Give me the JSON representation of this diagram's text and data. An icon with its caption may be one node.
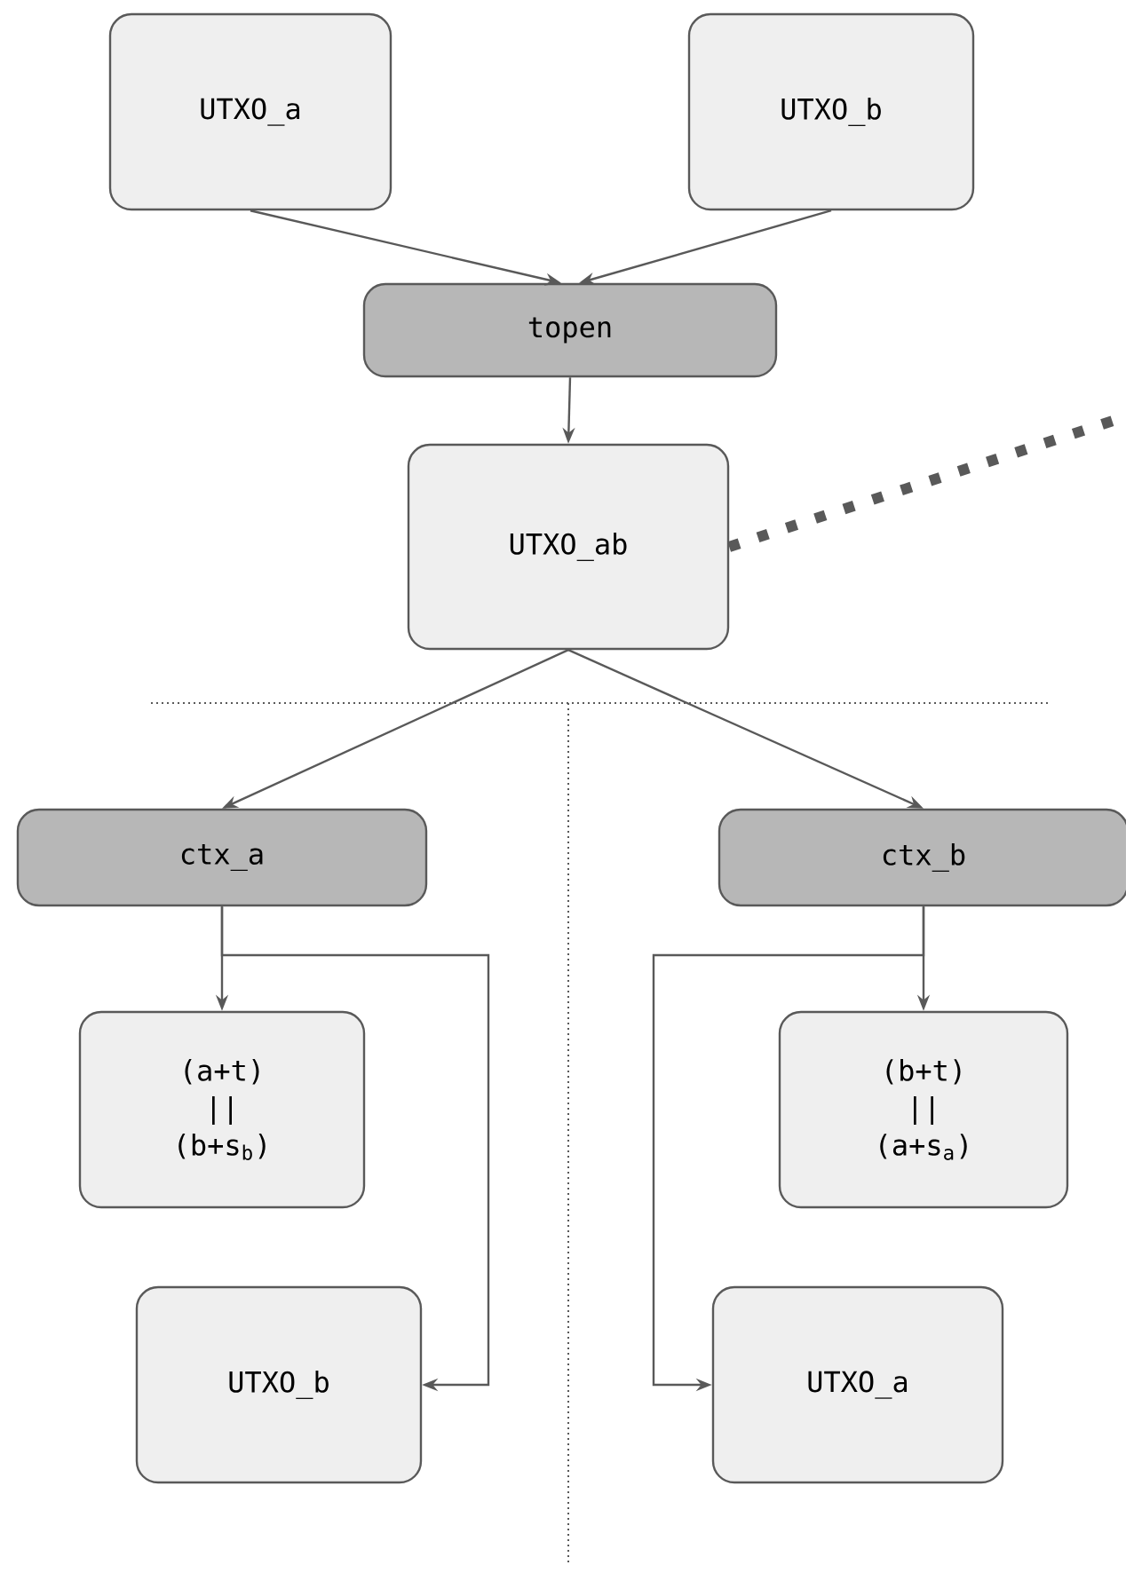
{
  "diagram": {
    "nodes": [
      {
        "text": [
          "UTXO_a"
        ]
      },
      {
        "text": [
          "UTXO_b"
        ]
      },
      {
        "text": [
          "topen"
        ]
      },
      {
        "text": [
          "UTXO_ab"
        ]
      },
      {
        "text": [
          "ctx_a"
        ]
      },
      {
        "text": [
          "ctx_b"
        ]
      },
      {
        "text": [
          "(a+t) || (b+s$_{b}$)"
        ]
      },
      {
        "text": [
          "UTXO_b"
        ]
      },
      {
        "text": [
          "(b+t) || (a+s$_{a}$)"
        ]
      },
      {
        "text": [
          "UTXO_a"
        ]
      }
    ],
    "edges": [
      {
        "from": 0,
        "to": 2,
        "arrow": "to"
      },
      {
        "from": 1,
        "to": 2,
        "arrow": "to"
      },
      {
        "from": 2,
        "to": 3,
        "arrow": "to"
      },
      {
        "from": 3,
        "to": 4,
        "arrow": "to"
      },
      {
        "from": 3,
        "to": 5,
        "arrow": "to"
      },
      {
        "from": 4,
        "to": 6,
        "arrow": "to"
      },
      {
        "from": 4,
        "to": 7,
        "arrow": "to"
      },
      {
        "from": 5,
        "to": 8,
        "arrow": "to"
      },
      {
        "from": 5,
        "to": 9,
        "arrow": "to"
      },
      {
        "from": 3,
        "to": null,
        "arrow": "none",
        "style": "dashed"
      }
    ]
  }
}
